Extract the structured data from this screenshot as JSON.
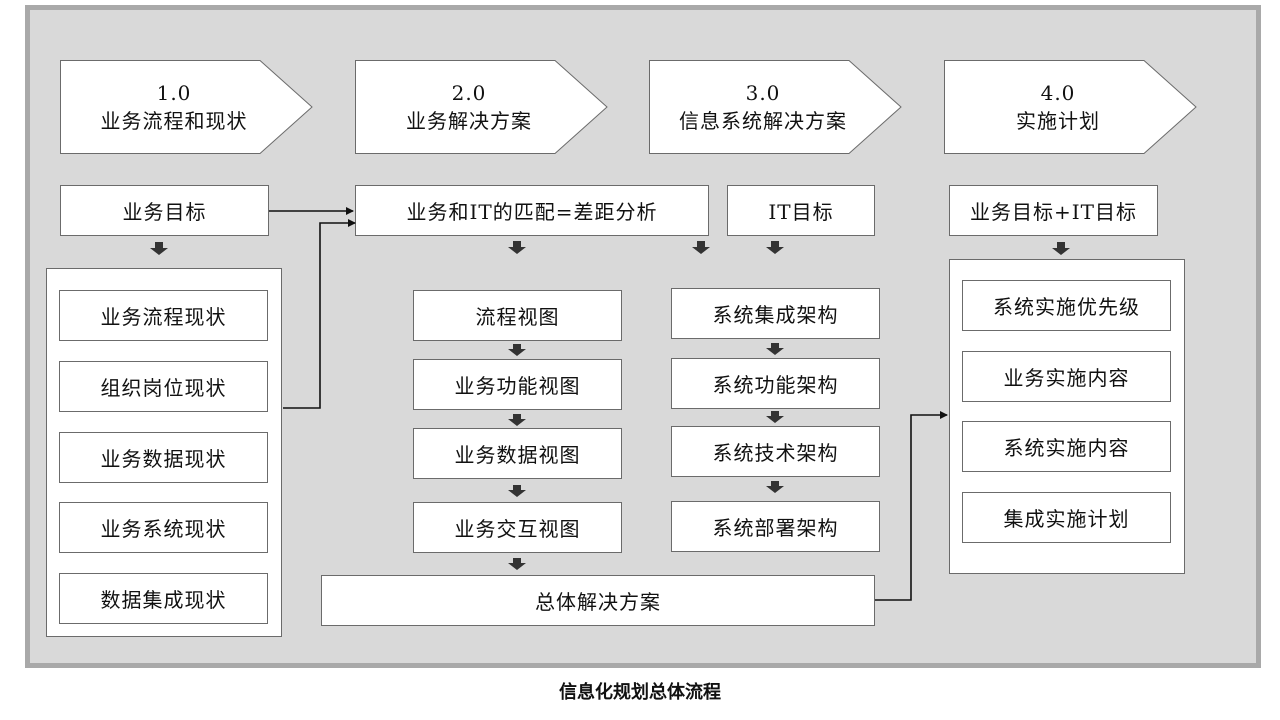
{
  "phases": [
    {
      "number": "1.0",
      "title": "业务流程和现状"
    },
    {
      "number": "2.0",
      "title": "业务解决方案"
    },
    {
      "number": "3.0",
      "title": "信息系统解决方案"
    },
    {
      "number": "4.0",
      "title": "实施计划"
    }
  ],
  "col1": {
    "goal": "业务目标",
    "items": [
      "业务流程现状",
      "组织岗位现状",
      "业务数据现状",
      "业务系统现状",
      "数据集成现状"
    ]
  },
  "col2": {
    "gap_analysis": "业务和IT的匹配=差距分析",
    "views": [
      "流程视图",
      "业务功能视图",
      "业务数据视图",
      "业务交互视图"
    ],
    "overall": "总体解决方案"
  },
  "col3": {
    "it_goal": "IT目标",
    "architectures": [
      "系统集成架构",
      "系统功能架构",
      "系统技术架构",
      "系统部署架构"
    ]
  },
  "col4": {
    "goal": "业务目标+IT目标",
    "items": [
      "系统实施优先级",
      "业务实施内容",
      "系统实施内容",
      "集成实施计划"
    ]
  },
  "caption": "信息化规划总体流程",
  "colors": {
    "frame": "#a9a9a9",
    "background": "#d9d9d9",
    "box_border": "#6b6b6b",
    "arrow": "#333333"
  }
}
